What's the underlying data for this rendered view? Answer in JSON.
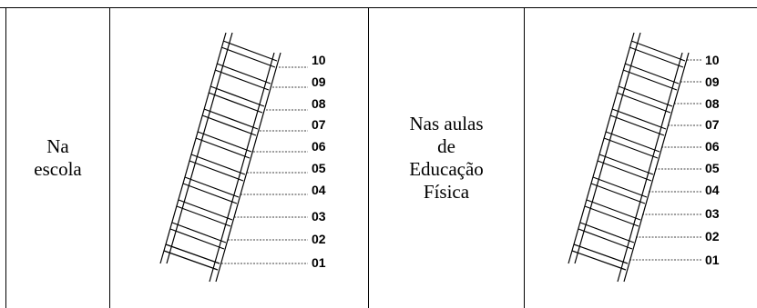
{
  "rows": [
    {
      "label_lines": [
        "Na",
        "escola"
      ],
      "scale_numbers": [
        "10",
        "09",
        "08",
        "07",
        "06",
        "05",
        "04",
        "03",
        "02",
        "01"
      ]
    },
    {
      "label_lines": [
        "Nas aulas",
        "de",
        "Educação",
        "Física"
      ],
      "scale_numbers": [
        "10",
        "09",
        "08",
        "07",
        "06",
        "05",
        "04",
        "03",
        "02",
        "01"
      ]
    }
  ]
}
